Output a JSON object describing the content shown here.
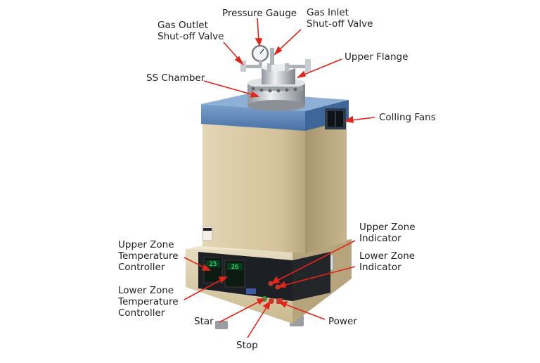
{
  "labels": {
    "gas_outlet": "Gas Outlet\nShut-off Valve",
    "pressure_gauge": "Pressure Gauge",
    "gas_inlet": "Gas Inlet\nShut-off Valve",
    "upper_flange": "Upper Flange",
    "ss_chamber": "SS Chamber",
    "cooling_fans": "Colling Fans",
    "upper_zone_indicator": "Upper Zone\nIndicator",
    "lower_zone_indicator": "Lower Zone\nIndicator",
    "upper_zone_controller": "Upper Zone\nTemperature\nController",
    "lower_zone_controller": "Lower Zone\nTemperature\nController",
    "star": "Star",
    "power": "Power",
    "stop": "Stop"
  },
  "displays": {
    "upper_controller_value": "25",
    "lower_controller_value": "26"
  },
  "colors": {
    "arrow": "#e3241b",
    "body": "#d9c9a3",
    "lid": "#5b86bb",
    "panel": "#1b1d20",
    "steel": "#bfc4c9"
  }
}
